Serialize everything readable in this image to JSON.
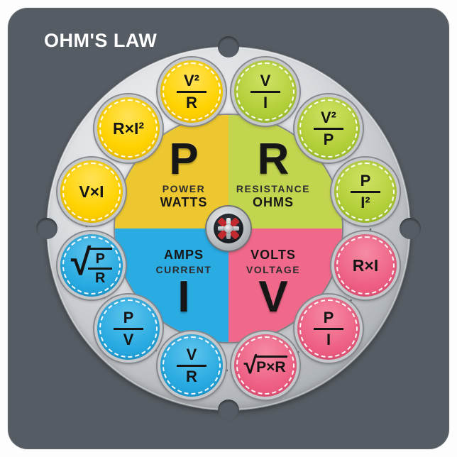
{
  "title": "OHM'S LAW",
  "colors": {
    "sticker_bg": "#565c63",
    "metal": "#b4b8bc",
    "badge_yellow": "#ffd300",
    "badge_green": "#b3d03a",
    "badge_blue": "#2aabe2",
    "badge_pink": "#ee6285",
    "quad_yellow": "#edc72f",
    "quad_green": "#c3d44e",
    "quad_blue": "#2aabe2",
    "quad_pink": "#f0688a",
    "hub_red": "#c22a30"
  },
  "wheel": {
    "power": {
      "letter": "P",
      "sub": "POWER",
      "main": "WATTS"
    },
    "resistance": {
      "letter": "R",
      "sub": "RESISTANCE",
      "main": "OHMS"
    },
    "current": {
      "letter": "I",
      "main": "AMPS",
      "sub": "CURRENT"
    },
    "voltage": {
      "letter": "V",
      "main": "VOLTS",
      "sub": "VOLTAGE"
    }
  },
  "badges": {
    "v2_over_r": {
      "num": "V²",
      "den": "R"
    },
    "v_over_i": {
      "num": "V",
      "den": "I"
    },
    "v2_over_p": {
      "num": "V²",
      "den": "P"
    },
    "p_over_i2": {
      "num": "P",
      "den": "I²"
    },
    "r_times_i": {
      "text": "R×I"
    },
    "p_over_i": {
      "num": "P",
      "den": "I"
    },
    "sqrt_p_times_r": {
      "radical": "√",
      "radicand": "P×R"
    },
    "v_over_r": {
      "num": "V",
      "den": "R"
    },
    "p_over_v": {
      "num": "P",
      "den": "V"
    },
    "sqrt_p_over_r": {
      "radical": "√",
      "num": "P",
      "den": "R"
    },
    "v_times_i": {
      "text": "V×I"
    },
    "r_times_i2": {
      "text": "R×I²"
    }
  }
}
